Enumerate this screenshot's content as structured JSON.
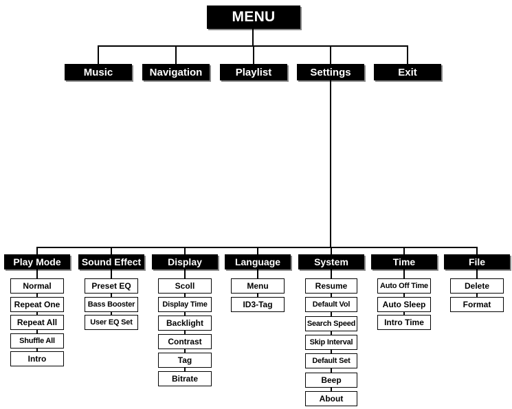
{
  "menu": {
    "root": "MENU",
    "top_items": [
      "Music",
      "Navigation",
      "Playlist",
      "Settings",
      "Exit"
    ],
    "settings_categories": [
      {
        "label": "Play Mode",
        "items": [
          "Normal",
          "Repeat One",
          "Repeat All",
          "Shuffle All",
          "Intro"
        ]
      },
      {
        "label": "Sound Effect",
        "items": [
          "Preset EQ",
          "Bass Booster",
          "User EQ Set"
        ]
      },
      {
        "label": "Display",
        "items": [
          "Scoll",
          "Display Time",
          "Backlight",
          "Contrast",
          "Tag",
          "Bitrate"
        ]
      },
      {
        "label": "Language",
        "items": [
          "Menu",
          "ID3-Tag"
        ]
      },
      {
        "label": "System",
        "items": [
          "Resume",
          "Default Vol",
          "Search Speed",
          "Skip Interval",
          "Default Set",
          "Beep",
          "About"
        ]
      },
      {
        "label": "Time",
        "items": [
          "Auto Off Time",
          "Auto Sleep",
          "Intro Time"
        ]
      },
      {
        "label": "File",
        "items": [
          "Delete",
          "Format"
        ]
      }
    ]
  }
}
